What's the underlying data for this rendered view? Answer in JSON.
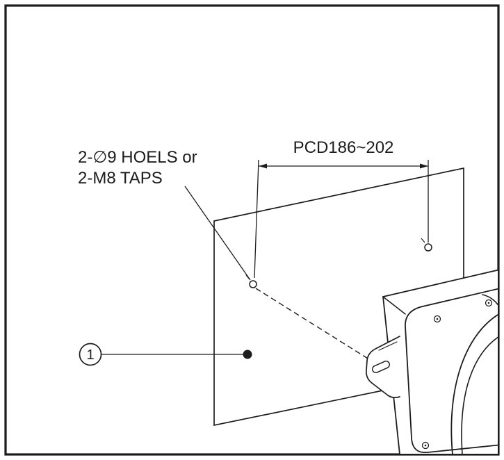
{
  "drawing": {
    "dimension_label": "PCD186~202",
    "note_line1": "2-∅9 HOELS or",
    "note_line2": "2-M8 TAPS",
    "balloon_number": "1"
  },
  "colors": {
    "ink": "#1c1c1c",
    "paper": "#ffffff"
  }
}
